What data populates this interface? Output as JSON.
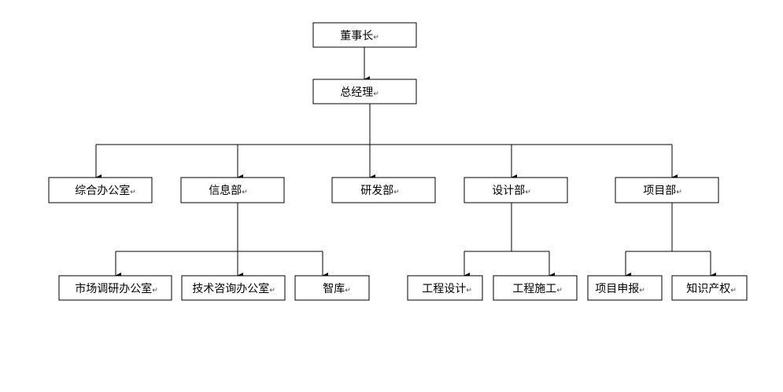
{
  "nodes": {
    "chairman": "董事长",
    "gm": "总经理",
    "general_office": "综合办公室",
    "info_dept": "信息部",
    "rd_dept": "研发部",
    "design_dept": "设计部",
    "project_dept": "项目部",
    "market_research_office": "市场调研办公室",
    "tech_consulting_office": "技术咨询办公室",
    "think_tank": "智库",
    "engineering_design": "工程设计",
    "engineering_construction": "工程施工",
    "project_application": "项目申报",
    "intellectual_property": "知识产权"
  },
  "paragraph_mark": "↵"
}
